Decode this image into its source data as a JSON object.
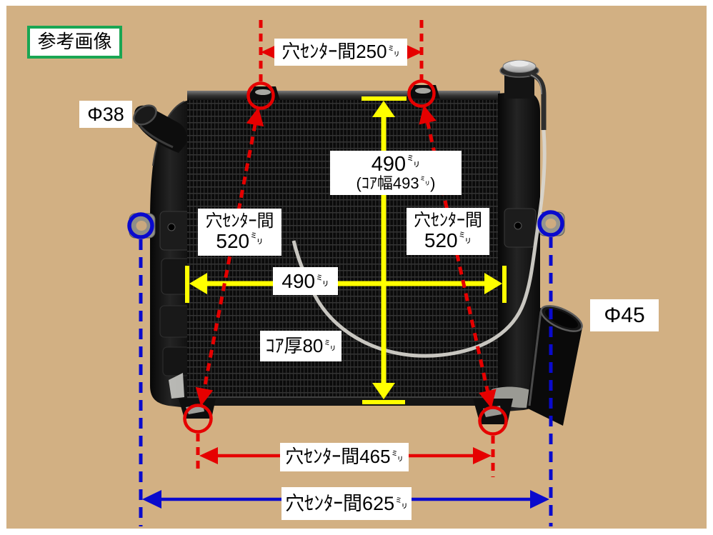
{
  "meta": {
    "reference_label": "参考画像"
  },
  "colors": {
    "background": "#d2b083",
    "frame": "#ffffff",
    "annotation_red": "#e60000",
    "annotation_blue": "#0a0acd",
    "annotation_yellow": "#ffff00",
    "reference_border_green": "#1aa653",
    "label_background": "#ffffff",
    "label_text": "#000000"
  },
  "labels": {
    "inlet_diameter": "Φ38",
    "outlet_diameter": "Φ45",
    "top_hole_pitch": {
      "text": "穴ｾﾝﾀｰ間250",
      "unit": "㍉"
    },
    "core_height": {
      "value": "490",
      "unit": "㍉",
      "note_pre": "(ｺｱ幅493",
      "note_unit": "㍉",
      "note_post": ")"
    },
    "left_hole_pitch": {
      "line1": "穴ｾﾝﾀｰ間",
      "value": "520",
      "unit": "㍉"
    },
    "right_hole_pitch": {
      "line1": "穴ｾﾝﾀｰ間",
      "value": "520",
      "unit": "㍉"
    },
    "core_width": {
      "value": "490",
      "unit": "㍉"
    },
    "core_thickness": {
      "text": "ｺｱ厚80",
      "unit": "㍉"
    },
    "bottom_hole_pitch_inner": {
      "text": "穴ｾﾝﾀｰ間465",
      "unit": "㍉"
    },
    "bottom_hole_pitch_outer": {
      "text": "穴ｾﾝﾀｰ間625",
      "unit": "㍉"
    }
  }
}
